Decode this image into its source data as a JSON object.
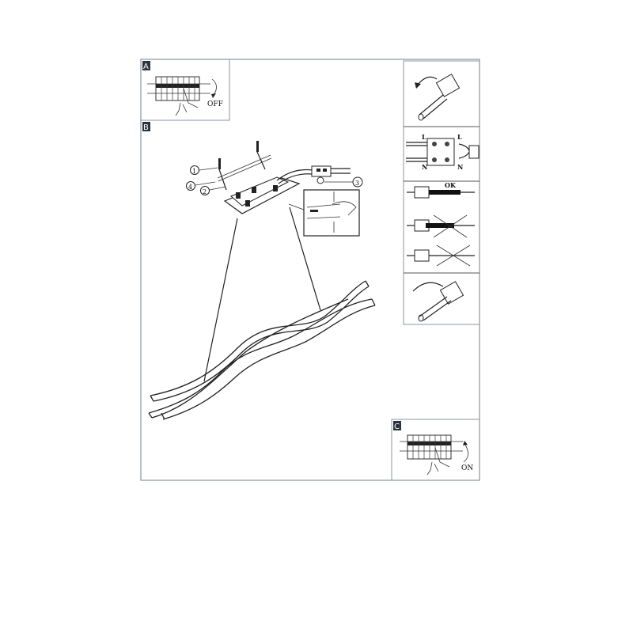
{
  "panels": {
    "a": {
      "label": "A",
      "switch_text": "OFF"
    },
    "b": {
      "label": "B",
      "callouts": [
        "1",
        "4",
        "2",
        "3"
      ]
    },
    "c": {
      "label": "C",
      "switch_text": "ON"
    },
    "wiring": {
      "live_label": "L",
      "neutral_label": "N",
      "live_label_2": "L",
      "neutral_label_2": "N",
      "ok_text": "OK"
    }
  },
  "colors": {
    "frame": "#8a94a6",
    "ink": "#111111",
    "label_bg": "#2b3340"
  }
}
